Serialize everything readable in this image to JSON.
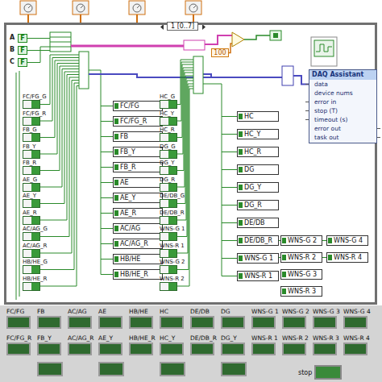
{
  "diagram": {
    "nodes": [
      {
        "text": [
          "1 [0..7]"
        ]
      },
      {
        "text": [
          "F"
        ],
        "in": 0
      },
      {
        "text": [
          "F"
        ],
        "in": 0
      },
      {
        "text": [
          "F"
        ],
        "in": 0
      },
      {
        "text": [
          "100"
        ],
        "in": 0
      },
      {
        "text": [
          "DAQ Assistant",
          "data",
          "device nums",
          "error in",
          "stop (T)",
          "timeout (s)",
          "error out",
          "task out"
        ],
        "in": 0
      },
      {
        "text": [
          "FC/FG_G"
        ],
        "in": 0
      },
      {
        "text": [
          "FC/FG_R"
        ],
        "in": 0
      },
      {
        "text": [
          "FB_G"
        ],
        "in": 0
      },
      {
        "text": [
          "FB_Y"
        ],
        "in": 0
      },
      {
        "text": [
          "FB_R"
        ],
        "in": 0
      },
      {
        "text": [
          "AE_G"
        ],
        "in": 0
      },
      {
        "text": [
          "AE_Y"
        ],
        "in": 0
      },
      {
        "text": [
          "AE_R"
        ],
        "in": 0
      },
      {
        "text": [
          "AC/AG_G"
        ],
        "in": 0
      },
      {
        "text": [
          "AC/AG_R"
        ],
        "in": 0
      },
      {
        "text": [
          "HB/HE_G"
        ],
        "in": 0
      },
      {
        "text": [
          "HB/HE_R"
        ],
        "in": 0
      },
      {
        "text": [
          "FC/FG"
        ],
        "in": 0
      },
      {
        "text": [
          "FC/FG_R"
        ],
        "in": 0
      },
      {
        "text": [
          "FB"
        ],
        "in": 0
      },
      {
        "text": [
          "FB_Y"
        ],
        "in": 0
      },
      {
        "text": [
          "FB_R"
        ],
        "in": 0
      },
      {
        "text": [
          "AE"
        ],
        "in": 0
      },
      {
        "text": [
          "AE_Y"
        ],
        "in": 0
      },
      {
        "text": [
          "AE_R"
        ],
        "in": 0
      },
      {
        "text": [
          "AC/AG"
        ],
        "in": 0
      },
      {
        "text": [
          "AC/AG_R"
        ],
        "in": 0
      },
      {
        "text": [
          "HB/HE"
        ],
        "in": 0
      },
      {
        "text": [
          "HB/HE_R"
        ],
        "in": 0
      },
      {
        "text": [
          "HC_G"
        ],
        "in": 0
      },
      {
        "text": [
          "HC_Y"
        ],
        "in": 0
      },
      {
        "text": [
          "HC_R"
        ],
        "in": 0
      },
      {
        "text": [
          "DG_G"
        ],
        "in": 0
      },
      {
        "text": [
          "DG_Y"
        ],
        "in": 0
      },
      {
        "text": [
          "DG_R"
        ],
        "in": 0
      },
      {
        "text": [
          "DE/DB_G"
        ],
        "in": 0
      },
      {
        "text": [
          "DE/DB_R"
        ],
        "in": 0
      },
      {
        "text": [
          "WNS-G 1"
        ],
        "in": 0
      },
      {
        "text": [
          "WNS-R 1"
        ],
        "in": 0
      },
      {
        "text": [
          "WNS-G 2"
        ],
        "in": 0
      },
      {
        "text": [
          "WNS-R 2"
        ],
        "in": 0
      },
      {
        "text": [
          "HC"
        ],
        "in": 0
      },
      {
        "text": [
          "HC_Y"
        ],
        "in": 0
      },
      {
        "text": [
          "HC_R"
        ],
        "in": 0
      },
      {
        "text": [
          "DG"
        ],
        "in": 0
      },
      {
        "text": [
          "DG_Y"
        ],
        "in": 0
      },
      {
        "text": [
          "DG_R"
        ],
        "in": 0
      },
      {
        "text": [
          "DE/DB"
        ],
        "in": 0
      },
      {
        "text": [
          "DE/DB_R"
        ],
        "in": 0
      },
      {
        "text": [
          "WNS-G 1"
        ],
        "in": 0
      },
      {
        "text": [
          "WNS-R 1"
        ],
        "in": 0
      },
      {
        "text": [
          "WNS-G 2"
        ],
        "in": 0
      },
      {
        "text": [
          "WNS-R 2"
        ],
        "in": 0
      },
      {
        "text": [
          "WNS-G 3"
        ],
        "in": 0
      },
      {
        "text": [
          "WNS-R 3"
        ],
        "in": 0
      },
      {
        "text": [
          "WNS-G 4"
        ],
        "in": 0
      },
      {
        "text": [
          "WNS-R 4"
        ],
        "in": 0
      },
      {
        "text": [
          "FC/FG"
        ]
      },
      {
        "text": [
          "FB"
        ]
      },
      {
        "text": [
          "AC/AG"
        ]
      },
      {
        "text": [
          "AE"
        ]
      },
      {
        "text": [
          "HB/HE"
        ]
      },
      {
        "text": [
          "HC"
        ]
      },
      {
        "text": [
          "DE/DB"
        ]
      },
      {
        "text": [
          "DG"
        ]
      },
      {
        "text": [
          "WNS-G 1"
        ]
      },
      {
        "text": [
          "WNS-G 2"
        ]
      },
      {
        "text": [
          "WNS-G 3"
        ]
      },
      {
        "text": [
          "WNS-G 4"
        ]
      },
      {
        "text": [
          "FC/FG_R"
        ]
      },
      {
        "text": [
          "FB_Y"
        ]
      },
      {
        "text": [
          "AC/AG_R"
        ]
      },
      {
        "text": [
          "AE_Y"
        ]
      },
      {
        "text": [
          "HB/HE_R"
        ]
      },
      {
        "text": [
          "HC_Y"
        ]
      },
      {
        "text": [
          "DE/DB_R"
        ]
      },
      {
        "text": [
          "DG_Y"
        ]
      },
      {
        "text": [
          "WNS-R 1"
        ]
      },
      {
        "text": [
          "WNS-R 2"
        ]
      },
      {
        "text": [
          "WNS-R 3"
        ]
      },
      {
        "text": [
          "WNS-R 4"
        ]
      },
      {
        "text": [
          "stop"
        ]
      }
    ],
    "labels": [
      "A",
      "B",
      "C"
    ]
  }
}
